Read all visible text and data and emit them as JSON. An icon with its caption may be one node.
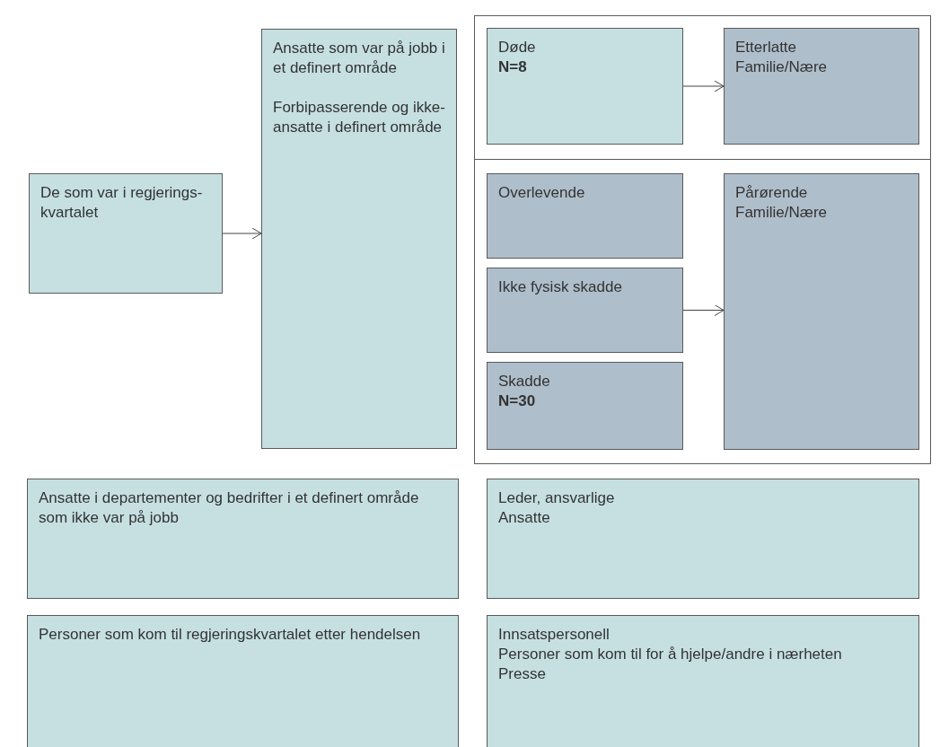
{
  "diagram": {
    "nodes": [
      {
        "text": [
          "De som var i regjerings- kvartalet"
        ]
      },
      {
        "text": [
          "Ansatte som var på jobb i et definert område",
          "Forbipasserende og ikke-ansatte i definert område"
        ]
      },
      {
        "text": [],
        "shape": "box"
      },
      {
        "text": [
          "Døde",
          "**N=8**"
        ],
        "in": 2
      },
      {
        "text": [
          "Etterlatte",
          "Familie/Nære"
        ],
        "in": 2
      },
      {
        "text": [
          "Overlevende"
        ],
        "in": 2
      },
      {
        "text": [
          "Ikke fysisk skadde"
        ],
        "in": 2
      },
      {
        "text": [
          "Skadde",
          "**N=30**"
        ],
        "in": 2
      },
      {
        "text": [
          "Pårørende",
          "Familie/Nære"
        ],
        "in": 2
      },
      {
        "text": [
          "Ansatte i departementer og bedrifter i et definert område som ikke var på jobb"
        ]
      },
      {
        "text": [
          "Leder, ansvarlige",
          "Ansatte"
        ]
      },
      {
        "text": [
          "Personer som kom til regjeringskvartalet etter hendelsen"
        ]
      },
      {
        "text": [
          "Innsatspersonell",
          "Personer som kom til for å hjelpe/andre i nærheten",
          "Presse"
        ]
      }
    ],
    "edges": [
      {
        "from": 0,
        "to": 1,
        "arrow": "to"
      },
      {
        "from": 3,
        "to": 4,
        "arrow": "to"
      },
      {
        "from": 6,
        "to": 8,
        "arrow": "to"
      }
    ]
  }
}
